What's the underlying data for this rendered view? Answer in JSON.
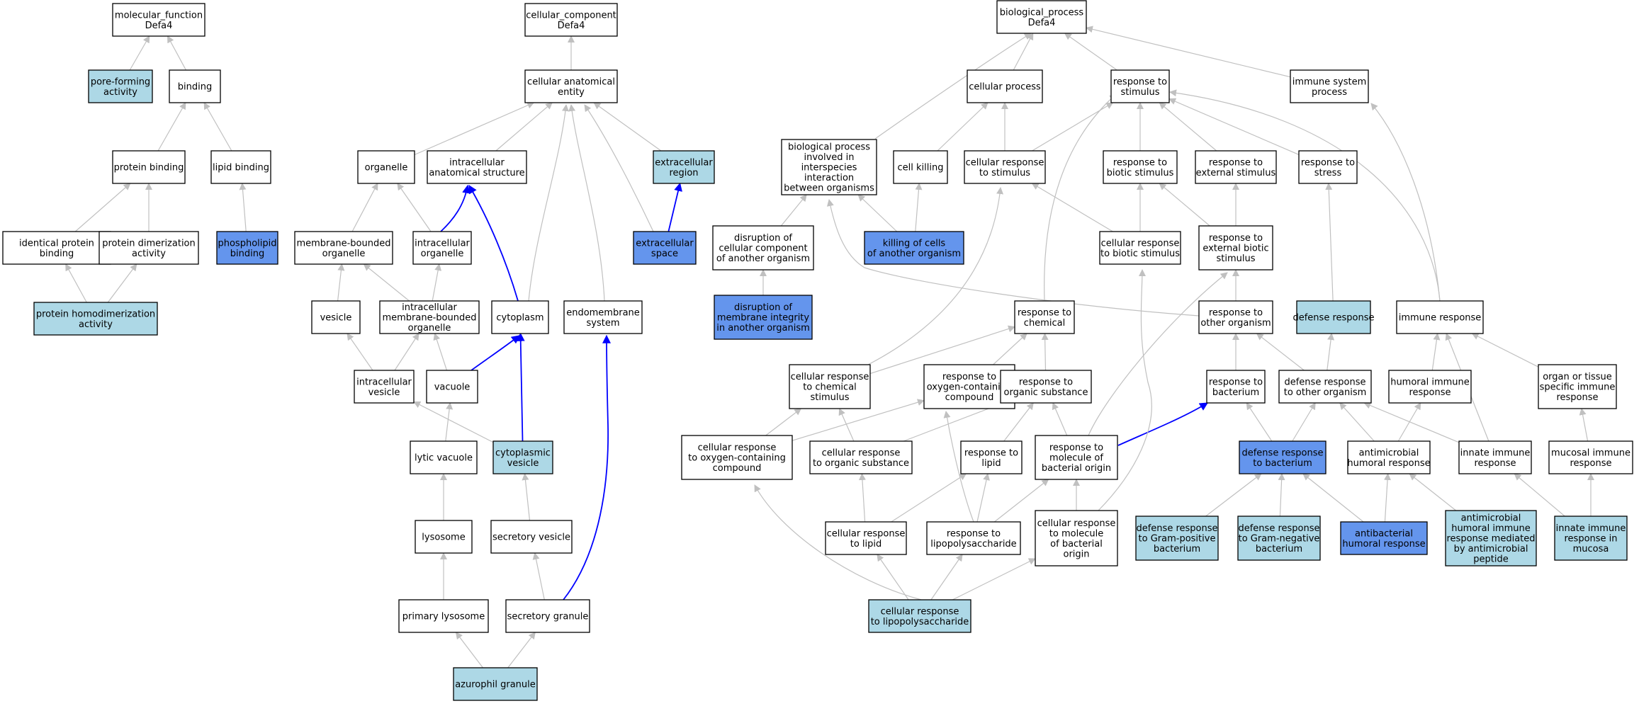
{
  "colors": {
    "node_white": "#ffffff",
    "node_light": "#add8e6",
    "node_medium": "#6495ed",
    "edge_gray": "#c0c0c0",
    "edge_blue": "#0000ff",
    "text": "#000000"
  },
  "nodes": [
    {
      "id": "mf",
      "lines": [
        "molecular_function",
        "Defa4"
      ],
      "fill": "white"
    },
    {
      "id": "pore",
      "lines": [
        "pore-forming",
        "activity"
      ],
      "fill": "light"
    },
    {
      "id": "binding",
      "lines": [
        "binding"
      ],
      "fill": "white"
    },
    {
      "id": "protbind",
      "lines": [
        "protein binding"
      ],
      "fill": "white"
    },
    {
      "id": "lipidbind",
      "lines": [
        "lipid binding"
      ],
      "fill": "white"
    },
    {
      "id": "identprot",
      "lines": [
        "identical protein",
        "binding"
      ],
      "fill": "white"
    },
    {
      "id": "protdimer",
      "lines": [
        "protein dimerization",
        "activity"
      ],
      "fill": "white"
    },
    {
      "id": "phospho",
      "lines": [
        "phospholipid",
        "binding"
      ],
      "fill": "medium"
    },
    {
      "id": "homodimer",
      "lines": [
        "protein homodimerization",
        "activity"
      ],
      "fill": "light"
    },
    {
      "id": "cc",
      "lines": [
        "cellular_component",
        "Defa4"
      ],
      "fill": "white"
    },
    {
      "id": "cae",
      "lines": [
        "cellular anatomical",
        "entity"
      ],
      "fill": "white"
    },
    {
      "id": "organelle",
      "lines": [
        "organelle"
      ],
      "fill": "white"
    },
    {
      "id": "ias",
      "lines": [
        "intracellular",
        "anatomical structure"
      ],
      "fill": "white"
    },
    {
      "id": "extreg",
      "lines": [
        "extracellular",
        "region"
      ],
      "fill": "light"
    },
    {
      "id": "mbo",
      "lines": [
        "membrane-bounded",
        "organelle"
      ],
      "fill": "white"
    },
    {
      "id": "intorg",
      "lines": [
        "intracellular",
        "organelle"
      ],
      "fill": "white"
    },
    {
      "id": "extspace",
      "lines": [
        "extracellular",
        "space"
      ],
      "fill": "medium"
    },
    {
      "id": "vesicle",
      "lines": [
        "vesicle"
      ],
      "fill": "white"
    },
    {
      "id": "imbo",
      "lines": [
        "intracellular",
        "membrane-bounded",
        "organelle"
      ],
      "fill": "white"
    },
    {
      "id": "cytoplasm",
      "lines": [
        "cytoplasm"
      ],
      "fill": "white"
    },
    {
      "id": "endomem",
      "lines": [
        "endomembrane",
        "system"
      ],
      "fill": "white"
    },
    {
      "id": "intves",
      "lines": [
        "intracellular",
        "vesicle"
      ],
      "fill": "white"
    },
    {
      "id": "vacuole",
      "lines": [
        "vacuole"
      ],
      "fill": "white"
    },
    {
      "id": "cytoves",
      "lines": [
        "cytoplasmic",
        "vesicle"
      ],
      "fill": "light"
    },
    {
      "id": "lytic",
      "lines": [
        "lytic vacuole"
      ],
      "fill": "white"
    },
    {
      "id": "lysosome",
      "lines": [
        "lysosome"
      ],
      "fill": "white"
    },
    {
      "id": "secves",
      "lines": [
        "secretory vesicle"
      ],
      "fill": "white"
    },
    {
      "id": "primlys",
      "lines": [
        "primary lysosome"
      ],
      "fill": "white"
    },
    {
      "id": "secgran",
      "lines": [
        "secretory granule"
      ],
      "fill": "white"
    },
    {
      "id": "azuro",
      "lines": [
        "azurophil granule"
      ],
      "fill": "light"
    },
    {
      "id": "bp",
      "lines": [
        "biological_process",
        "Defa4"
      ],
      "fill": "white"
    },
    {
      "id": "cellproc",
      "lines": [
        "cellular process"
      ],
      "fill": "white"
    },
    {
      "id": "respstim",
      "lines": [
        "response to",
        "stimulus"
      ],
      "fill": "white"
    },
    {
      "id": "immsys",
      "lines": [
        "immune system",
        "process"
      ],
      "fill": "white"
    },
    {
      "id": "bpinter",
      "lines": [
        "biological process",
        "involved in",
        "interspecies",
        "interaction",
        "between organisms"
      ],
      "fill": "white"
    },
    {
      "id": "cellkill",
      "lines": [
        "cell killing"
      ],
      "fill": "white"
    },
    {
      "id": "cellrespstim",
      "lines": [
        "cellular response",
        "to stimulus"
      ],
      "fill": "white"
    },
    {
      "id": "respbiotic",
      "lines": [
        "response to",
        "biotic stimulus"
      ],
      "fill": "white"
    },
    {
      "id": "respext",
      "lines": [
        "response to",
        "external stimulus"
      ],
      "fill": "white"
    },
    {
      "id": "respstress",
      "lines": [
        "response to",
        "stress"
      ],
      "fill": "white"
    },
    {
      "id": "disrupt",
      "lines": [
        "disruption of",
        "cellular component",
        "of another organism"
      ],
      "fill": "white"
    },
    {
      "id": "killcells",
      "lines": [
        "killing of cells",
        "of another organism"
      ],
      "fill": "medium"
    },
    {
      "id": "cellrespbiotic",
      "lines": [
        "cellular response",
        "to biotic stimulus"
      ],
      "fill": "white"
    },
    {
      "id": "respextbiotic",
      "lines": [
        "response to",
        "external biotic",
        "stimulus"
      ],
      "fill": "white"
    },
    {
      "id": "disruptmem",
      "lines": [
        "disruption of",
        "membrane integrity",
        "in another organism"
      ],
      "fill": "medium"
    },
    {
      "id": "respchem",
      "lines": [
        "response to",
        "chemical"
      ],
      "fill": "white"
    },
    {
      "id": "respother",
      "lines": [
        "response to",
        "other organism"
      ],
      "fill": "white"
    },
    {
      "id": "defresp",
      "lines": [
        "defense response"
      ],
      "fill": "light"
    },
    {
      "id": "immresp",
      "lines": [
        "immune response"
      ],
      "fill": "white"
    },
    {
      "id": "cellrespchem",
      "lines": [
        "cellular response",
        "to chemical",
        "stimulus"
      ],
      "fill": "white"
    },
    {
      "id": "respoxy",
      "lines": [
        "response to",
        "oxygen-containing",
        "compound"
      ],
      "fill": "white"
    },
    {
      "id": "resporg",
      "lines": [
        "response to",
        "organic substance"
      ],
      "fill": "white"
    },
    {
      "id": "respbact",
      "lines": [
        "response to",
        "bacterium"
      ],
      "fill": "white"
    },
    {
      "id": "defother",
      "lines": [
        "defense response",
        "to other organism"
      ],
      "fill": "white"
    },
    {
      "id": "humoral",
      "lines": [
        "humoral immune",
        "response"
      ],
      "fill": "white"
    },
    {
      "id": "organtissue",
      "lines": [
        "organ or tissue",
        "specific immune",
        "response"
      ],
      "fill": "white"
    },
    {
      "id": "cellrespoxy",
      "lines": [
        "cellular response",
        "to oxygen-containing",
        "compound"
      ],
      "fill": "white"
    },
    {
      "id": "cellresporg",
      "lines": [
        "cellular response",
        "to organic substance"
      ],
      "fill": "white"
    },
    {
      "id": "resplipid",
      "lines": [
        "response to",
        "lipid"
      ],
      "fill": "white"
    },
    {
      "id": "respmolbact",
      "lines": [
        "response to",
        "molecule of",
        "bacterial origin"
      ],
      "fill": "white"
    },
    {
      "id": "defbact",
      "lines": [
        "defense response",
        "to bacterium"
      ],
      "fill": "medium"
    },
    {
      "id": "antimhum",
      "lines": [
        "antimicrobial",
        "humoral response"
      ],
      "fill": "white"
    },
    {
      "id": "innate",
      "lines": [
        "innate immune",
        "response"
      ],
      "fill": "white"
    },
    {
      "id": "mucosal",
      "lines": [
        "mucosal immune",
        "response"
      ],
      "fill": "white"
    },
    {
      "id": "cellresplipid",
      "lines": [
        "cellular response",
        "to lipid"
      ],
      "fill": "white"
    },
    {
      "id": "resplps",
      "lines": [
        "response to",
        "lipopolysaccharide"
      ],
      "fill": "white"
    },
    {
      "id": "cellrespmol",
      "lines": [
        "cellular response",
        "to molecule",
        "of bacterial",
        "origin"
      ],
      "fill": "white"
    },
    {
      "id": "defgrampos",
      "lines": [
        "defense response",
        "to Gram-positive",
        "bacterium"
      ],
      "fill": "light"
    },
    {
      "id": "defgramneg",
      "lines": [
        "defense response",
        "to Gram-negative",
        "bacterium"
      ],
      "fill": "light"
    },
    {
      "id": "antibact",
      "lines": [
        "antibacterial",
        "humoral response"
      ],
      "fill": "medium"
    },
    {
      "id": "amp",
      "lines": [
        "antimicrobial",
        "humoral immune",
        "response mediated",
        "by antimicrobial",
        "peptide"
      ],
      "fill": "light"
    },
    {
      "id": "innatemuc",
      "lines": [
        "innate immune",
        "response in",
        "mucosa"
      ],
      "fill": "light"
    },
    {
      "id": "cellresplps",
      "lines": [
        "cellular response",
        "to lipopolysaccharide"
      ],
      "fill": "light"
    }
  ],
  "edges": [
    {
      "from": "pore",
      "to": "mf",
      "color": "gray"
    },
    {
      "from": "binding",
      "to": "mf",
      "color": "gray"
    },
    {
      "from": "protbind",
      "to": "binding",
      "color": "gray"
    },
    {
      "from": "lipidbind",
      "to": "binding",
      "color": "gray"
    },
    {
      "from": "identprot",
      "to": "protbind",
      "color": "gray"
    },
    {
      "from": "protdimer",
      "to": "protbind",
      "color": "gray"
    },
    {
      "from": "phospho",
      "to": "lipidbind",
      "color": "gray"
    },
    {
      "from": "homodimer",
      "to": "identprot",
      "color": "gray"
    },
    {
      "from": "homodimer",
      "to": "protdimer",
      "color": "gray"
    },
    {
      "from": "cae",
      "to": "cc",
      "color": "gray"
    },
    {
      "from": "organelle",
      "to": "cae",
      "color": "gray"
    },
    {
      "from": "ias",
      "to": "cae",
      "color": "gray"
    },
    {
      "from": "extreg",
      "to": "cae",
      "color": "gray"
    },
    {
      "from": "cytoplasm",
      "to": "cae",
      "color": "gray"
    },
    {
      "from": "endomem",
      "to": "cae",
      "color": "gray"
    },
    {
      "from": "extspace",
      "to": "cae",
      "color": "gray"
    },
    {
      "from": "mbo",
      "to": "organelle",
      "color": "gray"
    },
    {
      "from": "intorg",
      "to": "organelle",
      "color": "gray"
    },
    {
      "from": "intorg",
      "to": "ias",
      "color": "blue"
    },
    {
      "from": "cytoplasm",
      "to": "ias",
      "color": "blue"
    },
    {
      "from": "extspace",
      "to": "extreg",
      "color": "blue"
    },
    {
      "from": "vesicle",
      "to": "mbo",
      "color": "gray"
    },
    {
      "from": "imbo",
      "to": "mbo",
      "color": "gray"
    },
    {
      "from": "imbo",
      "to": "intorg",
      "color": "gray"
    },
    {
      "from": "intves",
      "to": "vesicle",
      "color": "gray"
    },
    {
      "from": "intves",
      "to": "imbo",
      "color": "gray"
    },
    {
      "from": "vacuole",
      "to": "imbo",
      "color": "gray"
    },
    {
      "from": "vacuole",
      "to": "cytoplasm",
      "color": "blue"
    },
    {
      "from": "cytoves",
      "to": "cytoplasm",
      "color": "blue"
    },
    {
      "from": "cytoves",
      "to": "intves",
      "color": "gray"
    },
    {
      "from": "lytic",
      "to": "vacuole",
      "color": "gray"
    },
    {
      "from": "lysosome",
      "to": "lytic",
      "color": "gray"
    },
    {
      "from": "secves",
      "to": "cytoves",
      "color": "gray"
    },
    {
      "from": "primlys",
      "to": "lysosome",
      "color": "gray"
    },
    {
      "from": "secgran",
      "to": "secves",
      "color": "gray"
    },
    {
      "from": "secgran",
      "to": "endomem",
      "color": "blue"
    },
    {
      "from": "azuro",
      "to": "primlys",
      "color": "gray"
    },
    {
      "from": "azuro",
      "to": "secgran",
      "color": "gray"
    },
    {
      "from": "cellproc",
      "to": "bp",
      "color": "gray"
    },
    {
      "from": "respstim",
      "to": "bp",
      "color": "gray"
    },
    {
      "from": "immsys",
      "to": "bp",
      "color": "gray"
    },
    {
      "from": "bpinter",
      "to": "bp",
      "color": "gray"
    },
    {
      "from": "cellkill",
      "to": "cellproc",
      "color": "gray"
    },
    {
      "from": "cellrespstim",
      "to": "cellproc",
      "color": "gray"
    },
    {
      "from": "cellrespstim",
      "to": "respstim",
      "color": "gray"
    },
    {
      "from": "respbiotic",
      "to": "respstim",
      "color": "gray"
    },
    {
      "from": "respext",
      "to": "respstim",
      "color": "gray"
    },
    {
      "from": "respstress",
      "to": "respstim",
      "color": "gray"
    },
    {
      "from": "respchem",
      "to": "respstim",
      "color": "gray"
    },
    {
      "from": "immresp",
      "to": "respstim",
      "color": "gray"
    },
    {
      "from": "immresp",
      "to": "immsys",
      "color": "gray"
    },
    {
      "from": "disrupt",
      "to": "bpinter",
      "color": "gray"
    },
    {
      "from": "killcells",
      "to": "bpinter",
      "color": "gray"
    },
    {
      "from": "killcells",
      "to": "cellkill",
      "color": "gray"
    },
    {
      "from": "respother",
      "to": "bpinter",
      "color": "gray"
    },
    {
      "from": "disruptmem",
      "to": "disrupt",
      "color": "gray"
    },
    {
      "from": "cellrespbiotic",
      "to": "respbiotic",
      "color": "gray"
    },
    {
      "from": "cellrespbiotic",
      "to": "cellrespstim",
      "color": "gray"
    },
    {
      "from": "respextbiotic",
      "to": "respbiotic",
      "color": "gray"
    },
    {
      "from": "respextbiotic",
      "to": "respext",
      "color": "gray"
    },
    {
      "from": "respother",
      "to": "respextbiotic",
      "color": "gray"
    },
    {
      "from": "defresp",
      "to": "respstress",
      "color": "gray"
    },
    {
      "from": "cellrespchem",
      "to": "cellrespstim",
      "color": "gray"
    },
    {
      "from": "cellrespchem",
      "to": "respchem",
      "color": "gray"
    },
    {
      "from": "respoxy",
      "to": "respchem",
      "color": "gray"
    },
    {
      "from": "resporg",
      "to": "respchem",
      "color": "gray"
    },
    {
      "from": "respbact",
      "to": "respother",
      "color": "gray"
    },
    {
      "from": "defother",
      "to": "respother",
      "color": "gray"
    },
    {
      "from": "defother",
      "to": "defresp",
      "color": "gray"
    },
    {
      "from": "humoral",
      "to": "immresp",
      "color": "gray"
    },
    {
      "from": "innate",
      "to": "immresp",
      "color": "gray"
    },
    {
      "from": "organtissue",
      "to": "immresp",
      "color": "gray"
    },
    {
      "from": "cellrespoxy",
      "to": "cellrespchem",
      "color": "gray"
    },
    {
      "from": "cellrespoxy",
      "to": "respoxy",
      "color": "gray"
    },
    {
      "from": "cellresporg",
      "to": "cellrespchem",
      "color": "gray"
    },
    {
      "from": "cellresporg",
      "to": "resporg",
      "color": "gray"
    },
    {
      "from": "resplipid",
      "to": "resporg",
      "color": "gray"
    },
    {
      "from": "respmolbact",
      "to": "resporg",
      "color": "gray"
    },
    {
      "from": "respmolbact",
      "to": "respextbiotic",
      "color": "gray"
    },
    {
      "from": "respmolbact",
      "to": "respbact",
      "color": "blue"
    },
    {
      "from": "defbact",
      "to": "respbact",
      "color": "gray"
    },
    {
      "from": "defbact",
      "to": "defother",
      "color": "gray"
    },
    {
      "from": "antimhum",
      "to": "defother",
      "color": "gray"
    },
    {
      "from": "antimhum",
      "to": "humoral",
      "color": "gray"
    },
    {
      "from": "innate",
      "to": "defother",
      "color": "gray"
    },
    {
      "from": "mucosal",
      "to": "organtissue",
      "color": "gray"
    },
    {
      "from": "cellresplipid",
      "to": "cellresporg",
      "color": "gray"
    },
    {
      "from": "cellresplipid",
      "to": "resplipid",
      "color": "gray"
    },
    {
      "from": "resplps",
      "to": "resplipid",
      "color": "gray"
    },
    {
      "from": "resplps",
      "to": "respmolbact",
      "color": "gray"
    },
    {
      "from": "resplps",
      "to": "respoxy",
      "color": "gray"
    },
    {
      "from": "cellrespmol",
      "to": "respmolbact",
      "color": "gray"
    },
    {
      "from": "cellrespmol",
      "to": "cellrespbiotic",
      "color": "gray"
    },
    {
      "from": "defgrampos",
      "to": "defbact",
      "color": "gray"
    },
    {
      "from": "defgramneg",
      "to": "defbact",
      "color": "gray"
    },
    {
      "from": "antibact",
      "to": "defbact",
      "color": "gray"
    },
    {
      "from": "antibact",
      "to": "antimhum",
      "color": "gray"
    },
    {
      "from": "amp",
      "to": "antimhum",
      "color": "gray"
    },
    {
      "from": "innatemuc",
      "to": "innate",
      "color": "gray"
    },
    {
      "from": "innatemuc",
      "to": "mucosal",
      "color": "gray"
    },
    {
      "from": "cellresplps",
      "to": "cellresplipid",
      "color": "gray"
    },
    {
      "from": "cellresplps",
      "to": "resplps",
      "color": "gray"
    },
    {
      "from": "cellresplps",
      "to": "cellrespmol",
      "color": "gray"
    },
    {
      "from": "cellresplps",
      "to": "cellrespoxy",
      "color": "gray"
    }
  ]
}
